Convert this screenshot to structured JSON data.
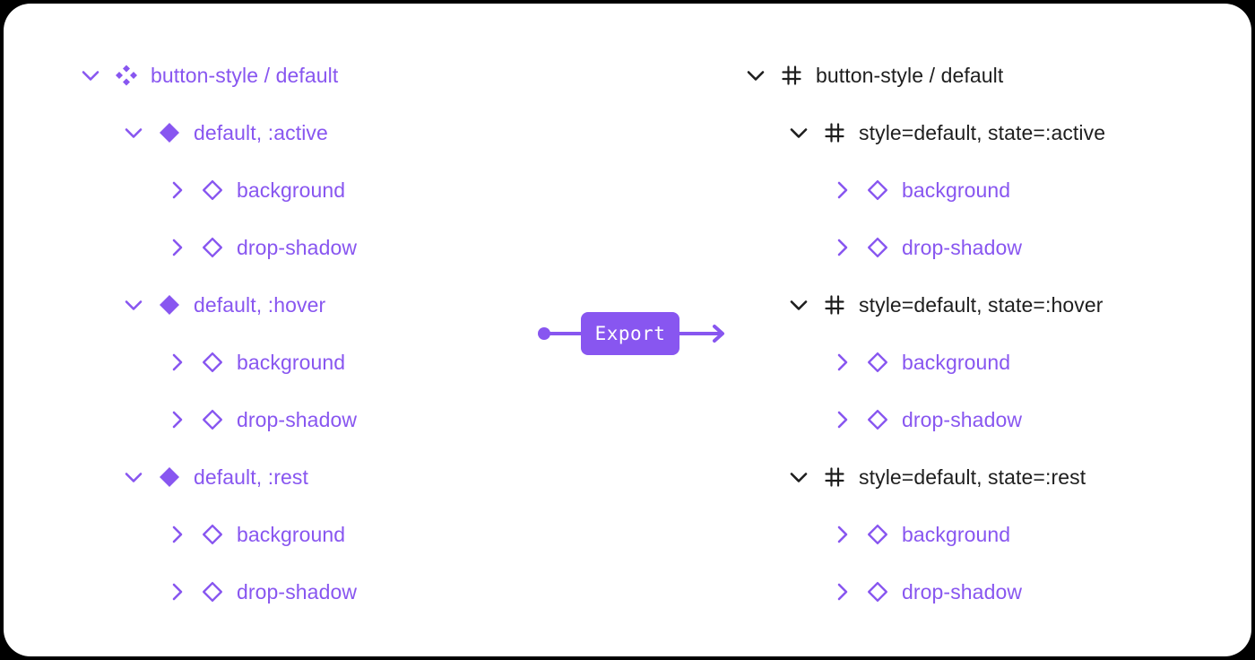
{
  "theme": {
    "accent": "#8856F0",
    "text_dark": "#1e1e1e",
    "card_bg": "#ffffff",
    "page_bg": "#000000"
  },
  "connector": {
    "export_label": "Export",
    "dot_icon": "connector-start-dot",
    "arrow_icon": "arrow-right-icon"
  },
  "left_tree": {
    "name": "source-component-tree",
    "rows": [
      {
        "label": "button-style / default",
        "depth": 0,
        "chevron": "chevron-down-icon",
        "glyph": "component-set-icon",
        "tone": "purple"
      },
      {
        "label": "default, :active",
        "depth": 1,
        "chevron": "chevron-down-icon",
        "glyph": "component-icon",
        "tone": "purple"
      },
      {
        "label": "background",
        "depth": 2,
        "chevron": "chevron-right-icon",
        "glyph": "diamond-outline-icon",
        "tone": "purple"
      },
      {
        "label": "drop-shadow",
        "depth": 2,
        "chevron": "chevron-right-icon",
        "glyph": "diamond-outline-icon",
        "tone": "purple"
      },
      {
        "label": "default, :hover",
        "depth": 1,
        "chevron": "chevron-down-icon",
        "glyph": "component-icon",
        "tone": "purple"
      },
      {
        "label": "background",
        "depth": 2,
        "chevron": "chevron-right-icon",
        "glyph": "diamond-outline-icon",
        "tone": "purple"
      },
      {
        "label": "drop-shadow",
        "depth": 2,
        "chevron": "chevron-right-icon",
        "glyph": "diamond-outline-icon",
        "tone": "purple"
      },
      {
        "label": "default, :rest",
        "depth": 1,
        "chevron": "chevron-down-icon",
        "glyph": "component-icon",
        "tone": "purple"
      },
      {
        "label": "background",
        "depth": 2,
        "chevron": "chevron-right-icon",
        "glyph": "diamond-outline-icon",
        "tone": "purple"
      },
      {
        "label": "drop-shadow",
        "depth": 2,
        "chevron": "chevron-right-icon",
        "glyph": "diamond-outline-icon",
        "tone": "purple"
      }
    ]
  },
  "right_tree": {
    "name": "exported-frame-tree",
    "rows": [
      {
        "label": "button-style / default",
        "depth": 0,
        "chevron": "chevron-down-icon",
        "glyph": "frame-hash-icon",
        "tone": "dark"
      },
      {
        "label": "style=default, state=:active",
        "depth": 1,
        "chevron": "chevron-down-icon",
        "glyph": "frame-hash-icon",
        "tone": "dark"
      },
      {
        "label": "background",
        "depth": 2,
        "chevron": "chevron-right-icon",
        "glyph": "diamond-outline-icon",
        "tone": "purple"
      },
      {
        "label": "drop-shadow",
        "depth": 2,
        "chevron": "chevron-right-icon",
        "glyph": "diamond-outline-icon",
        "tone": "purple"
      },
      {
        "label": "style=default, state=:hover",
        "depth": 1,
        "chevron": "chevron-down-icon",
        "glyph": "frame-hash-icon",
        "tone": "dark"
      },
      {
        "label": "background",
        "depth": 2,
        "chevron": "chevron-right-icon",
        "glyph": "diamond-outline-icon",
        "tone": "purple"
      },
      {
        "label": "drop-shadow",
        "depth": 2,
        "chevron": "chevron-right-icon",
        "glyph": "diamond-outline-icon",
        "tone": "purple"
      },
      {
        "label": "style=default, state=:rest",
        "depth": 1,
        "chevron": "chevron-down-icon",
        "glyph": "frame-hash-icon",
        "tone": "dark"
      },
      {
        "label": "background",
        "depth": 2,
        "chevron": "chevron-right-icon",
        "glyph": "diamond-outline-icon",
        "tone": "purple"
      },
      {
        "label": "drop-shadow",
        "depth": 2,
        "chevron": "chevron-right-icon",
        "glyph": "diamond-outline-icon",
        "tone": "purple"
      }
    ]
  }
}
